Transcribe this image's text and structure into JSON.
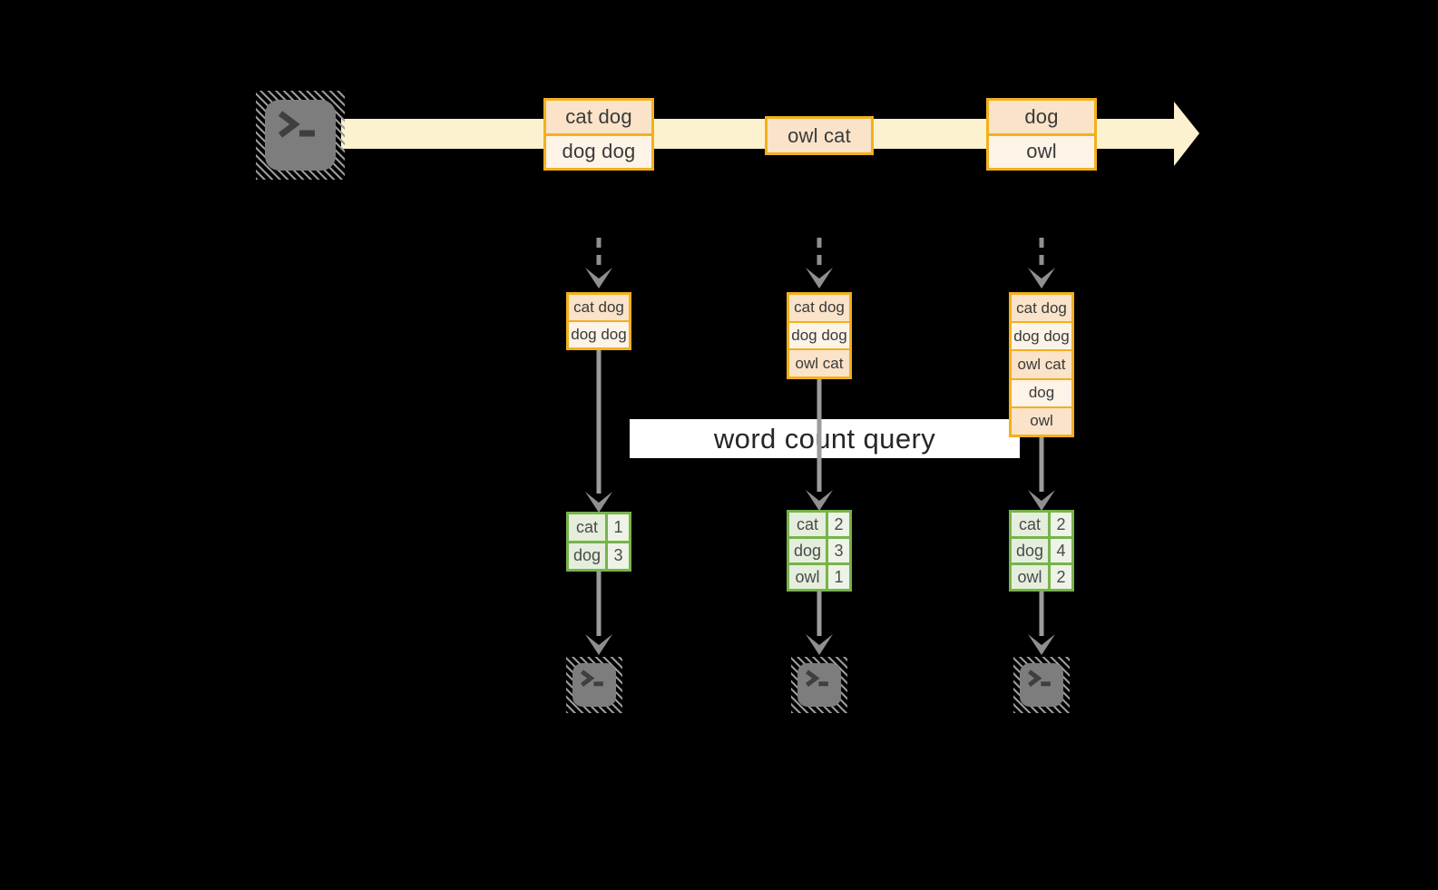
{
  "query_label": "word count query",
  "stream_messages": [
    {
      "cells": [
        "cat dog",
        "dog dog"
      ]
    },
    {
      "cells": [
        "owl cat"
      ]
    },
    {
      "cells": [
        "dog",
        "owl"
      ]
    }
  ],
  "batches": [
    {
      "cells": [
        "cat dog",
        "dog dog"
      ]
    },
    {
      "cells": [
        "cat dog",
        "dog dog",
        "owl cat"
      ]
    },
    {
      "cells": [
        "cat dog",
        "dog dog",
        "owl cat",
        "dog",
        "owl"
      ]
    }
  ],
  "result_tables": [
    {
      "rows": [
        {
          "word": "cat",
          "count": "1"
        },
        {
          "word": "dog",
          "count": "3"
        }
      ]
    },
    {
      "rows": [
        {
          "word": "cat",
          "count": "2"
        },
        {
          "word": "dog",
          "count": "3"
        },
        {
          "word": "owl",
          "count": "1"
        }
      ]
    },
    {
      "rows": [
        {
          "word": "cat",
          "count": "2"
        },
        {
          "word": "dog",
          "count": "4"
        },
        {
          "word": "owl",
          "count": "2"
        }
      ]
    }
  ],
  "icons": {
    "source": "terminal-icon",
    "sinks": [
      "terminal-icon",
      "terminal-icon",
      "terminal-icon"
    ]
  },
  "colors": {
    "background": "#000000",
    "stream_band": "#FDF2CF",
    "box_border": "#F2B01E",
    "cell_peach": "#FAE3C8",
    "cell_cream": "#FDF3E6",
    "table_border": "#77B34C",
    "table_cell_label": "#E5EEDC",
    "table_cell_value": "#EDF3E7",
    "arrow_gray": "#9C9C9C",
    "icon_gray": "#7D7D7D",
    "banner_bg": "#FFFFFF",
    "banner_text": "#262626",
    "text_dark": "#3A3A3A"
  }
}
